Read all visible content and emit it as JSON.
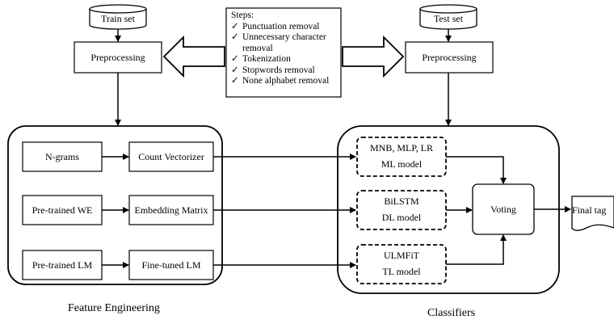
{
  "train_set": "Train set",
  "test_set": "Test set",
  "left_preprocessing": "Preprocessing",
  "right_preprocessing": "Preprocessing",
  "steps": {
    "title": "Steps:",
    "items": [
      "Punctuation removal",
      "Unnecessary character",
      "removal",
      "Tokenization",
      "Stopwords removal",
      "None alphabet removal"
    ],
    "checked": [
      true,
      true,
      false,
      true,
      true,
      true
    ]
  },
  "feature_engineering": {
    "ngrams": "N-grams",
    "count_vectorizer": "Count Vectorizer",
    "pretrained_we": "Pre-trained WE",
    "embedding_matrix": "Embedding Matrix",
    "pretrained_lm": "Pre-trained LM",
    "finetuned_lm": "Fine-tuned LM",
    "caption": "Feature Engineering"
  },
  "classifiers": {
    "ml_line1": "MNB, MLP, LR",
    "ml_line2": "ML model",
    "dl_line1": "BiLSTM",
    "dl_line2": "DL model",
    "tl_line1": "ULMFiT",
    "tl_line2": "TL model",
    "voting": "Voting",
    "caption": "Classifiers"
  },
  "final_tag": "Final tag"
}
